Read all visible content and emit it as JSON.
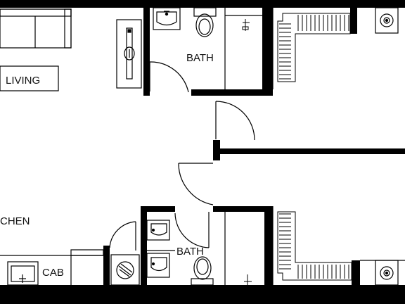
{
  "plan": {
    "rooms": {
      "living": "LIVING",
      "bath_upper": "BATH",
      "bath_lower": "BATH",
      "kitchen": "CHEN",
      "cab": "CAB"
    }
  }
}
